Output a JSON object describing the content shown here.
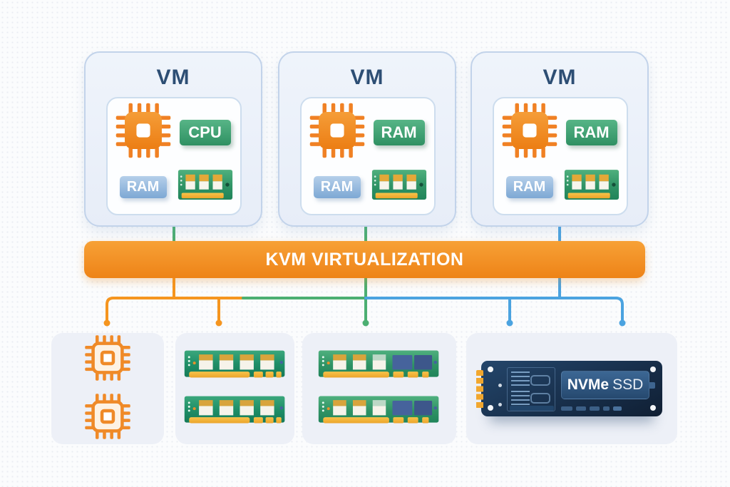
{
  "banner": {
    "label": "KVM VIRTUALIZATION"
  },
  "vms": [
    {
      "title": "VM",
      "resource_badge": "CPU",
      "ram_badge": "RAM"
    },
    {
      "title": "VM",
      "resource_badge": "RAM",
      "ram_badge": "RAM"
    },
    {
      "title": "VM",
      "resource_badge": "RAM",
      "ram_badge": "RAM"
    }
  ],
  "hardware": {
    "cpu_group": {
      "chip_count": 2
    },
    "ram_group_1": {
      "module_count": 2
    },
    "ram_group_2": {
      "module_count": 2
    },
    "ssd": {
      "label_bold": "NVMe",
      "label_light": "SSD"
    }
  },
  "icons": {
    "vm_chip": "cpu-chip-icon",
    "vm_ram_module": "ram-module-icon",
    "physical_cpu": "physical-cpu-chip-icon",
    "physical_ram": "physical-ram-module-icon",
    "ssd_device": "nvme-ssd-icon"
  },
  "colors": {
    "banner_orange": "#F18A1F",
    "connector_orange": "#F5951F",
    "connector_green": "#4CAF72",
    "connector_blue": "#4BA3E0",
    "badge_green": "#3FA173",
    "badge_blue": "#8FB3DB",
    "chip_orange": "#F08124",
    "vm_title_blue": "#2D4E74",
    "ssd_navy": "#1B3552"
  }
}
